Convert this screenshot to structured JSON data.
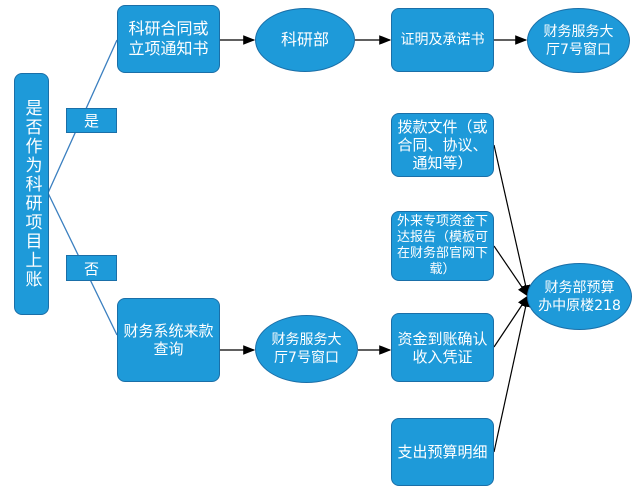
{
  "decision": "是否作为科研项目上账",
  "yes_label": "是",
  "no_label": "否",
  "yes_path": [
    "科研合同或立项通知书",
    "科研部",
    "证明及承诺书",
    "财务服务大厅7号窗口"
  ],
  "no_path": [
    "财务系统来款查询",
    "财务服务大厅7号窗口",
    "资金到账确认收入凭证"
  ],
  "documents": [
    "拨款文件（或合同、协议、通知等）",
    "外来专项资金下达报告（模板可在财务部官网下载）",
    "支出预算明细"
  ],
  "final": "财务部预算办中原楼218",
  "colors": {
    "node": "#1e9ad9",
    "border": "#1a6fa8",
    "line": "#3a7fc0",
    "arrow": "#000000"
  }
}
